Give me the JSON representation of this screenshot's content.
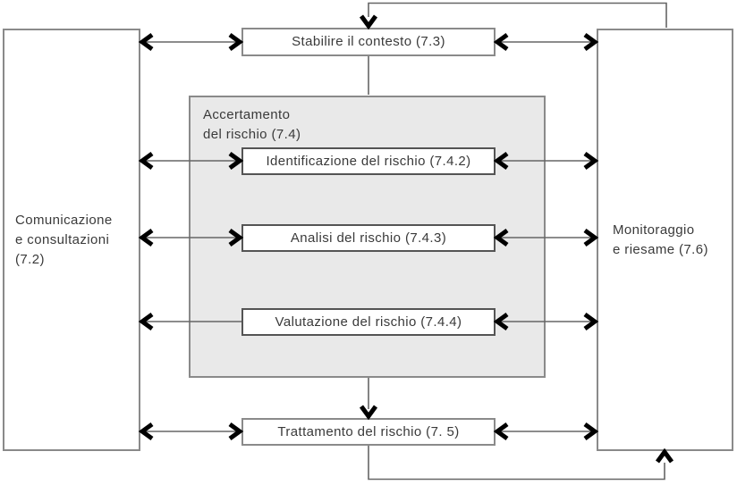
{
  "diagram": {
    "language": "it",
    "nodes": {
      "communication": {
        "label": "Comunicazione\ne consultazioni\n(7.2)"
      },
      "monitoring": {
        "label": "Monitoraggio\ne riesame (7.6)"
      },
      "context": {
        "label": "Stabilire il contesto (7.3)"
      },
      "assessment_group": {
        "label": "Accertamento\ndel rischio (7.4)"
      },
      "identification": {
        "label": "Identificazione del rischio (7.4.2)"
      },
      "analysis": {
        "label": "Analisi del rischio (7.4.3)"
      },
      "evaluation": {
        "label": "Valutazione del rischio (7.4.4)"
      },
      "treatment": {
        "label": "Trattamento del rischio (7. 5)"
      }
    },
    "edges": [
      {
        "from": "communication",
        "to": "context",
        "style": "double-arrow"
      },
      {
        "from": "communication",
        "to": "identification",
        "style": "double-arrow"
      },
      {
        "from": "communication",
        "to": "analysis",
        "style": "double-arrow"
      },
      {
        "from": "evaluation",
        "to": "communication",
        "style": "single-arrow"
      },
      {
        "from": "communication",
        "to": "treatment",
        "style": "double-arrow"
      },
      {
        "from": "context",
        "to": "monitoring",
        "style": "double-arrow"
      },
      {
        "from": "identification",
        "to": "monitoring",
        "style": "double-arrow"
      },
      {
        "from": "analysis",
        "to": "monitoring",
        "style": "double-arrow"
      },
      {
        "from": "evaluation",
        "to": "monitoring",
        "style": "double-arrow"
      },
      {
        "from": "treatment",
        "to": "monitoring",
        "style": "double-arrow"
      },
      {
        "from": "context",
        "to": "assessment_group",
        "style": "plain-line"
      },
      {
        "from": "assessment_group",
        "to": "treatment",
        "style": "single-arrow"
      },
      {
        "from": "monitoring",
        "to": "context",
        "style": "feedback-loop-top"
      },
      {
        "from": "treatment",
        "to": "monitoring",
        "style": "feedback-loop-bottom"
      }
    ]
  },
  "colors": {
    "background": "#ffffff",
    "group_fill": "#e9e9e9",
    "outer_border": "#8a8a8a",
    "inner_border": "#545454",
    "line": "#666666",
    "arrowhead": "#000000",
    "text": "#3a3a3a"
  }
}
